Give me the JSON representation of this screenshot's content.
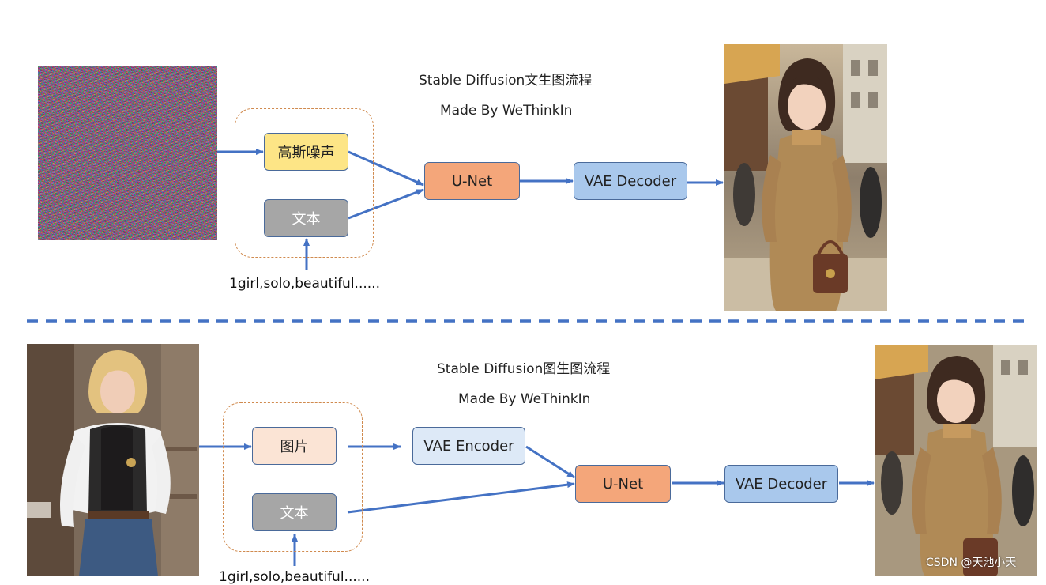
{
  "top": {
    "title": "Stable Diffusion文生图流程",
    "subtitle": "Made By WeThinkIn",
    "nodes": {
      "noise": "高斯噪声",
      "text": "文本",
      "unet": "U-Net",
      "vae_decoder": "VAE Decoder"
    },
    "prompt": "1girl,solo,beautiful......"
  },
  "bottom": {
    "title": "Stable Diffusion图生图流程",
    "subtitle": "Made By WeThinkIn",
    "nodes": {
      "image": "图片",
      "text": "文本",
      "vae_encoder": "VAE Encoder",
      "unet": "U-Net",
      "vae_decoder": "VAE Decoder"
    },
    "prompt": "1girl,solo,beautiful......"
  },
  "watermark": "CSDN @天池小天",
  "colors": {
    "arrow": "#4472c4",
    "divider": "#4472c4",
    "group_border": "#d08a4e"
  }
}
